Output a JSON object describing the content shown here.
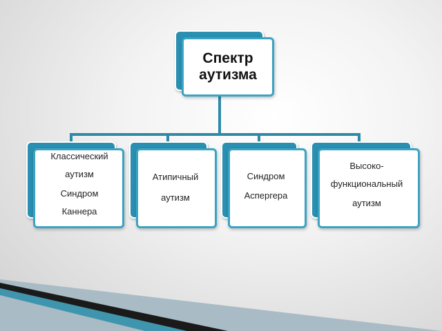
{
  "diagram": {
    "root": {
      "lines": [
        "Спектр",
        "аутизма"
      ]
    },
    "children": [
      {
        "lines": [
          "Классический",
          "аутизм",
          "Синдром",
          "Каннера"
        ]
      },
      {
        "lines": [
          "Атипичный",
          "аутизм"
        ]
      },
      {
        "lines": [
          "Синдром",
          "Аспергера"
        ]
      },
      {
        "lines": [
          "Высоко-",
          "функциональный",
          "аутизм"
        ]
      }
    ]
  },
  "colors": {
    "connector": "#2c8aa8",
    "node_back": "#2a8fb0",
    "node_border": "#3aa3c4",
    "stripe_dark": "#1a1a1a",
    "stripe_teal": "#3f95ad"
  }
}
